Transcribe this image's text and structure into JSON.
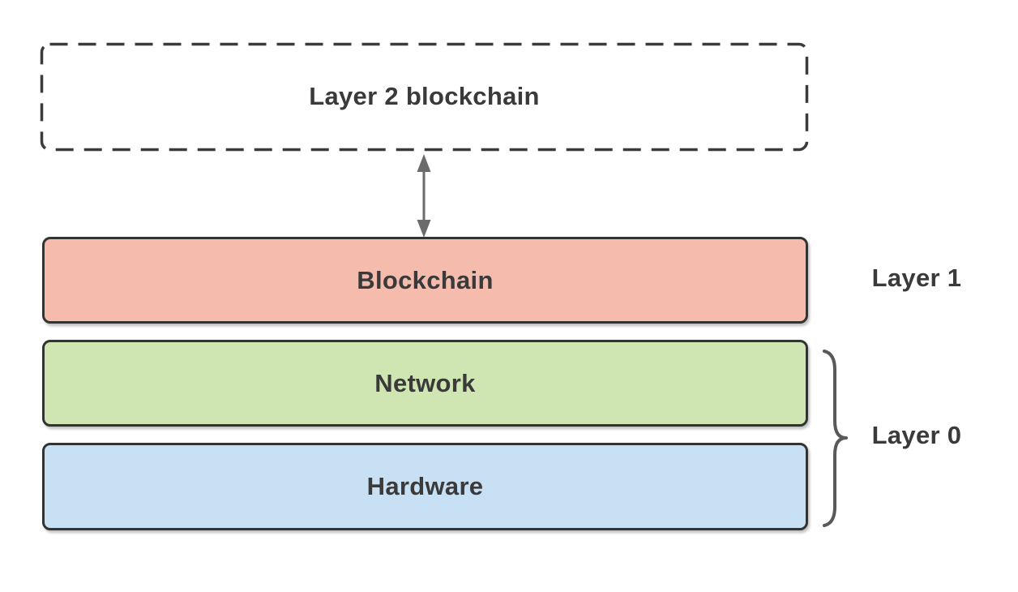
{
  "diagram": {
    "layer2_box": {
      "label": "Layer 2 blockchain"
    },
    "layer1_group": {
      "blockchain_box": {
        "label": "Blockchain",
        "fill": "#f5bcae"
      },
      "side_label": "Layer 1"
    },
    "layer0_group": {
      "network_box": {
        "label": "Network",
        "fill": "#cfe6b2"
      },
      "hardware_box": {
        "label": "Hardware",
        "fill": "#c7e0f4"
      },
      "side_label": "Layer 0"
    },
    "colors": {
      "background": "#ffffff",
      "box_border": "#333333",
      "dashed_border": "#3b3b3b",
      "text": "#3a3a3a",
      "connector_gray": "#6b6b6b",
      "brace_gray": "#595959"
    }
  }
}
